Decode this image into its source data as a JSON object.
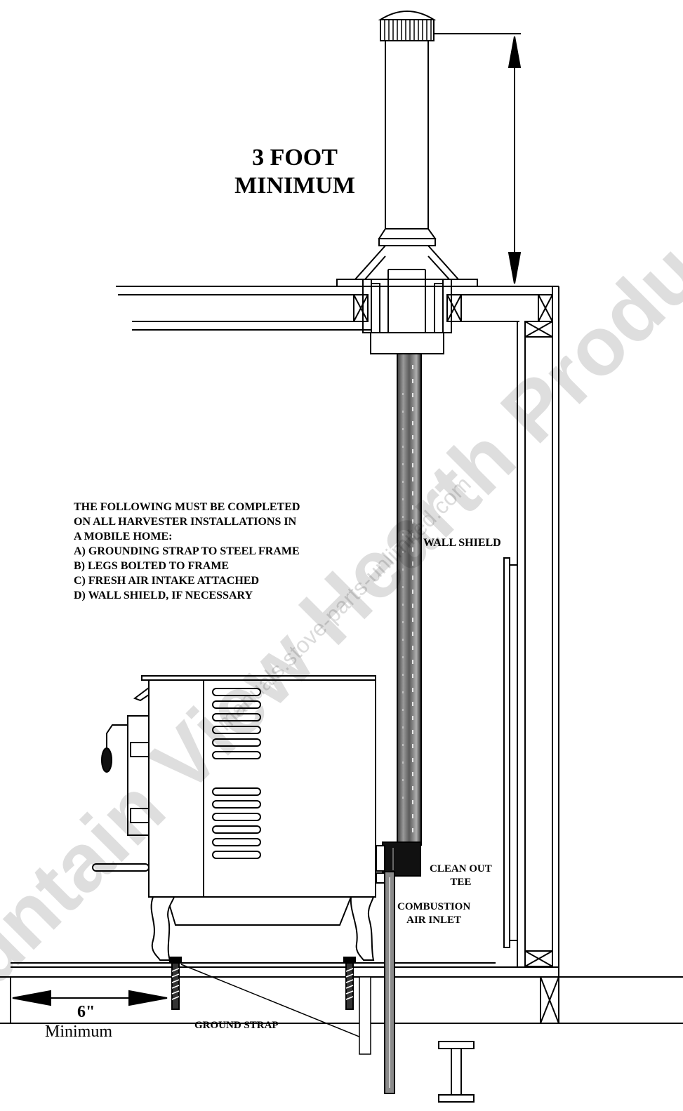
{
  "labels": {
    "height_title": [
      "3 FOOT",
      "MINIMUM"
    ],
    "requirements": [
      "THE FOLLOWING MUST BE COMPLETED",
      "ON ALL HARVESTER INSTALLATIONS IN",
      "A MOBILE HOME:",
      "A)  GROUNDING STRAP TO STEEL FRAME",
      "B)  LEGS BOLTED TO FRAME",
      "C)  FRESH AIR INTAKE ATTACHED",
      "D)  WALL SHIELD, IF NECESSARY"
    ],
    "wall_shield": "WALL SHIELD",
    "clean_out_tee": [
      "CLEAN OUT",
      "TEE"
    ],
    "combustion_air_inlet": [
      "COMBUSTION",
      "AIR INLET"
    ],
    "ground_strap": "GROUND STRAP",
    "clearance_value": "6\"",
    "clearance_label": "Minimum"
  },
  "watermark": {
    "main": "Mountain View Hearth Products",
    "url": "manuals.stove-parts-unlimited.com"
  }
}
